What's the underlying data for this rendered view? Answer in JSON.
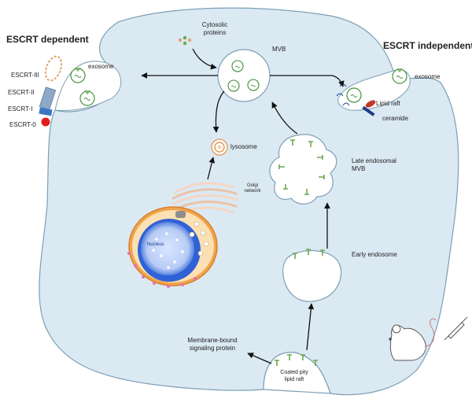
{
  "headings": {
    "escrt_dependent": "ESCRT dependent",
    "escrt_independent": "ESCRT independent"
  },
  "labels": {
    "escrt_iii": "ESCRT-III",
    "escrt_ii": "ESCRT-II",
    "escrt_i": "ESCRT-I",
    "escrt_0": "ESCRT-0",
    "exosome_left": "exosome",
    "exosome_right": "exosome",
    "cytosolic_proteins_line1": "Cytosolic",
    "cytosolic_proteins_line2": "proteins",
    "mvb": "MVB",
    "lipid_raft": "Lipid raft",
    "ceramide": "ceramide",
    "lysosome": "lysosome",
    "golgi_line1": "Golgi",
    "golgi_line2": "network",
    "late_endosomal_line1": "Late endosomal",
    "late_endosomal_line2": "MVB",
    "nucleus": "Nucleus",
    "early_endosome": "Early endosome",
    "membrane_bound_line1": "Membrane-bound",
    "membrane_bound_line2": "signaling protein",
    "coated_pit_line1": "Coated pity",
    "coated_pit_line2": "lipid raft"
  },
  "colors": {
    "cell_fill": "#dbe9f3",
    "cell_stroke": "#7d9fb5",
    "vesicle_fill": "#ffffff",
    "exosome_stroke": "#3f8f3a",
    "protein_green": "#6aa84f",
    "escrt_iii": "#e3a36b",
    "escrt_ii": "#8ea9c8",
    "escrt_i": "#3c76c2",
    "escrt_0": "#e11d1d",
    "lipid_raft": "#c0392b",
    "ceramide": "#1f3c88",
    "nucleus_blue": "#2f62d6",
    "cytoplasm_orange": "#f0a44b",
    "arrow": "#111111"
  },
  "icons": [
    "mouse-icon",
    "syringe-icon"
  ]
}
